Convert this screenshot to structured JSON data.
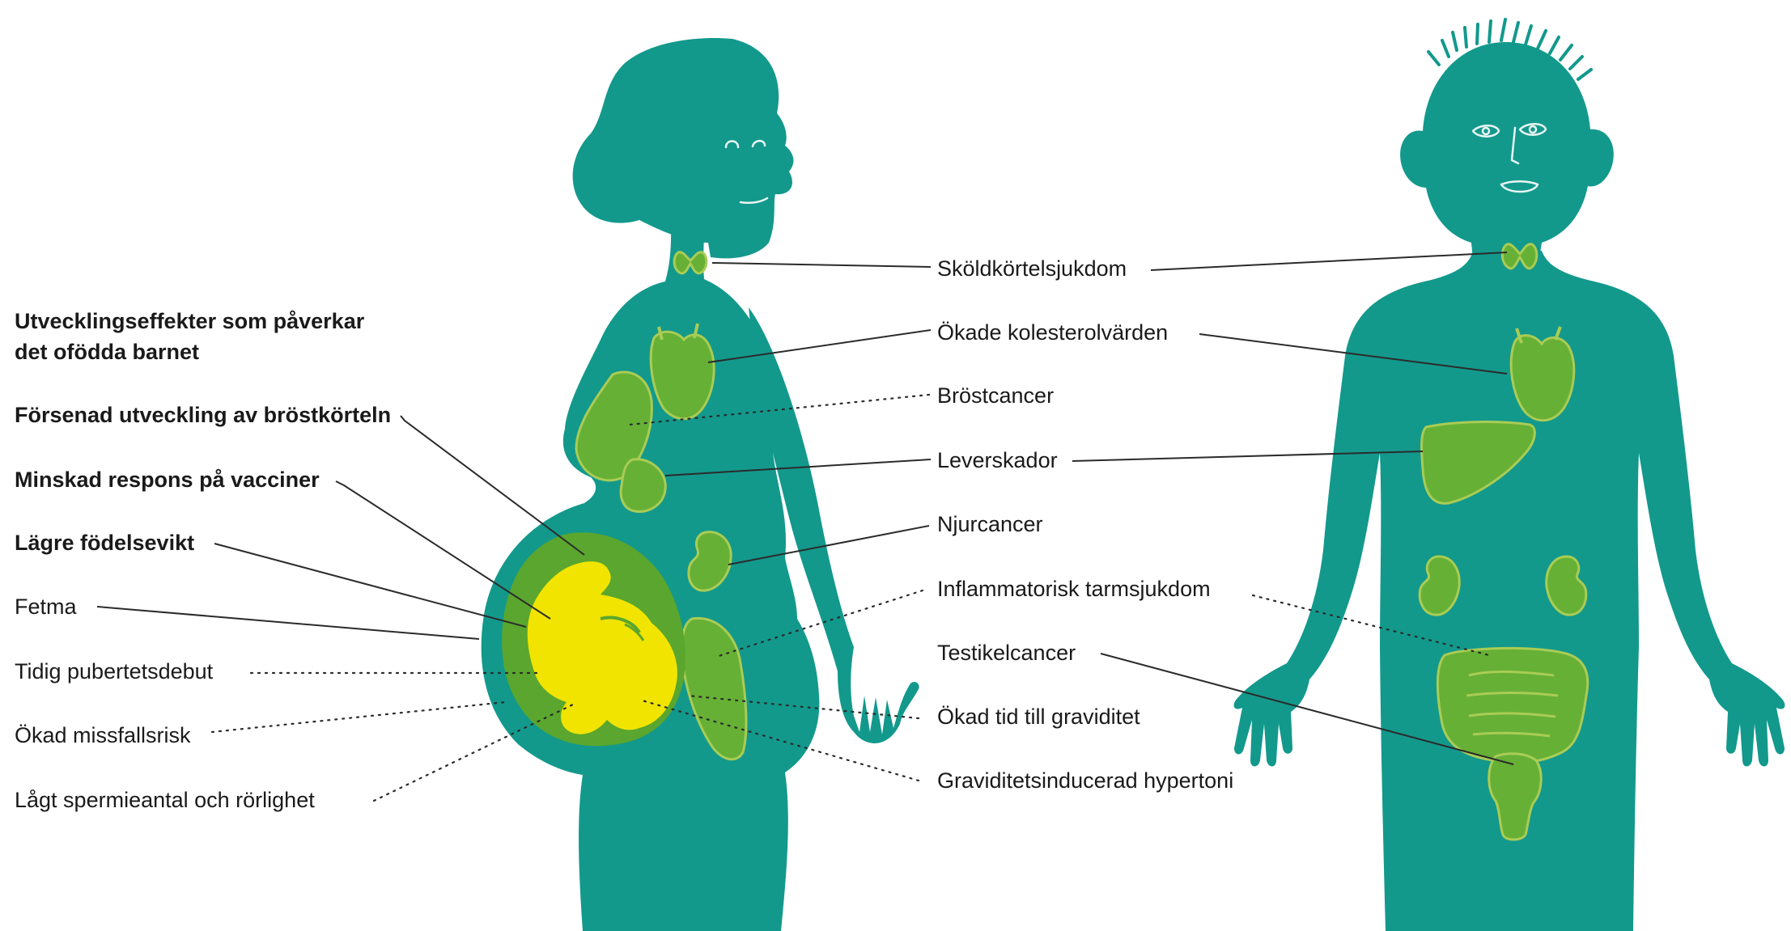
{
  "heading": {
    "line1": "Utvecklingseffekter som påverkar",
    "line2": "det ofödda barnet"
  },
  "left_labels": [
    {
      "text": "Försenad utveckling av bröstkörteln",
      "bold": true,
      "leader": "solid"
    },
    {
      "text": "Minskad respons på vacciner",
      "bold": true,
      "leader": "solid"
    },
    {
      "text": "Lägre födelsevikt",
      "bold": true,
      "leader": "solid"
    },
    {
      "text": "Fetma",
      "bold": false,
      "leader": "solid"
    },
    {
      "text": "Tidig pubertetsdebut",
      "bold": false,
      "leader": "dotted"
    },
    {
      "text": "Ökad missfallsrisk",
      "bold": false,
      "leader": "dotted"
    },
    {
      "text": "Lågt spermieantal och rörlighet",
      "bold": false,
      "leader": "dotted"
    }
  ],
  "center_labels": [
    {
      "text": "Sköldkörtelsjukdom",
      "leader": "solid"
    },
    {
      "text": "Ökade kolesterolvärden",
      "leader": "solid"
    },
    {
      "text": "Bröstcancer",
      "leader": "dotted"
    },
    {
      "text": "Leverskador",
      "leader": "solid"
    },
    {
      "text": "Njurcancer",
      "leader": "solid"
    },
    {
      "text": "Inflammatorisk tarmsjukdom",
      "leader": "dotted"
    },
    {
      "text": "Testikelcancer",
      "leader": "solid"
    },
    {
      "text": "Ökad tid till graviditet",
      "leader": "dotted"
    },
    {
      "text": "Graviditetsinducerad hypertoni",
      "leader": "dotted"
    }
  ],
  "colors": {
    "body": "#12998c",
    "organ": "#66b035",
    "organ_outline": "#a9cc55",
    "fetus": "#f0e400",
    "text": "#1a1a1a"
  },
  "figures": {
    "left": "pregnant-woman-figure",
    "right": "man-figure"
  }
}
